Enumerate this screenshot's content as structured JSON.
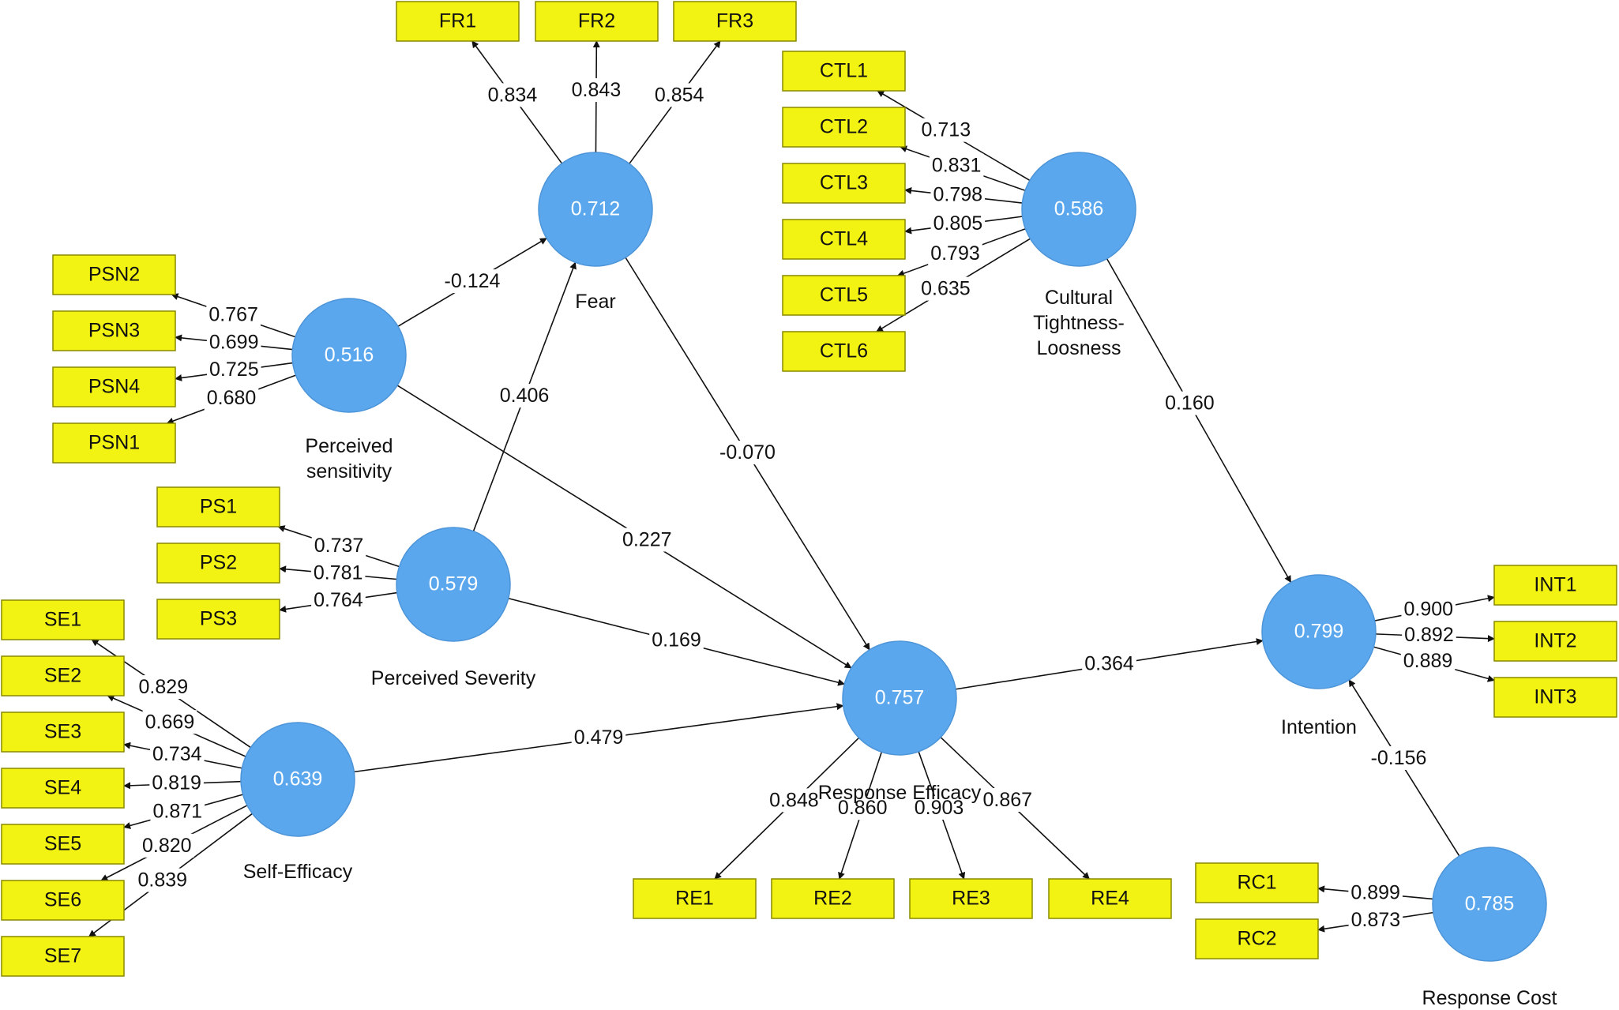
{
  "constructs": {
    "fear": {
      "value": "0.712",
      "label": [
        "Fear"
      ]
    },
    "ctl": {
      "value": "0.586",
      "label": [
        "Cultural",
        "Tightness-",
        "Loosness"
      ]
    },
    "psn": {
      "value": "0.516",
      "label": [
        "Perceived",
        "sensitivity"
      ]
    },
    "ps": {
      "value": "0.579",
      "label": [
        "Perceived Severity"
      ]
    },
    "se": {
      "value": "0.639",
      "label": [
        "Self-Efficacy"
      ]
    },
    "re": {
      "value": "0.757",
      "label": [
        "Response Efficacy"
      ]
    },
    "int": {
      "value": "0.799",
      "label": [
        "Intention"
      ]
    },
    "rc": {
      "value": "0.785",
      "label": [
        "Response Cost"
      ]
    }
  },
  "indicators": {
    "FR1": "FR1",
    "FR2": "FR2",
    "FR3": "FR3",
    "CTL1": "CTL1",
    "CTL2": "CTL2",
    "CTL3": "CTL3",
    "CTL4": "CTL4",
    "CTL5": "CTL5",
    "CTL6": "CTL6",
    "PSN2": "PSN2",
    "PSN3": "PSN3",
    "PSN4": "PSN4",
    "PSN1": "PSN1",
    "PS1": "PS1",
    "PS2": "PS2",
    "PS3": "PS3",
    "SE1": "SE1",
    "SE2": "SE2",
    "SE3": "SE3",
    "SE4": "SE4",
    "SE5": "SE5",
    "SE6": "SE6",
    "SE7": "SE7",
    "RE1": "RE1",
    "RE2": "RE2",
    "RE3": "RE3",
    "RE4": "RE4",
    "INT1": "INT1",
    "INT2": "INT2",
    "INT3": "INT3",
    "RC1": "RC1",
    "RC2": "RC2"
  },
  "loadings": [
    {
      "from": "fear",
      "to": "FR1",
      "value": "0.834"
    },
    {
      "from": "fear",
      "to": "FR2",
      "value": "0.843"
    },
    {
      "from": "fear",
      "to": "FR3",
      "value": "0.854"
    },
    {
      "from": "ctl",
      "to": "CTL1",
      "value": "0.713"
    },
    {
      "from": "ctl",
      "to": "CTL2",
      "value": "0.831"
    },
    {
      "from": "ctl",
      "to": "CTL3",
      "value": "0.798"
    },
    {
      "from": "ctl",
      "to": "CTL4",
      "value": "0.805"
    },
    {
      "from": "ctl",
      "to": "CTL5",
      "value": "0.793"
    },
    {
      "from": "ctl",
      "to": "CTL6",
      "value": "0.635"
    },
    {
      "from": "psn",
      "to": "PSN2",
      "value": "0.767"
    },
    {
      "from": "psn",
      "to": "PSN3",
      "value": "0.699"
    },
    {
      "from": "psn",
      "to": "PSN4",
      "value": "0.725"
    },
    {
      "from": "psn",
      "to": "PSN1",
      "value": "0.680"
    },
    {
      "from": "ps",
      "to": "PS1",
      "value": "0.737"
    },
    {
      "from": "ps",
      "to": "PS2",
      "value": "0.781"
    },
    {
      "from": "ps",
      "to": "PS3",
      "value": "0.764"
    },
    {
      "from": "se",
      "to": "SE1",
      "value": "0.829"
    },
    {
      "from": "se",
      "to": "SE2",
      "value": "0.669"
    },
    {
      "from": "se",
      "to": "SE3",
      "value": "0.734"
    },
    {
      "from": "se",
      "to": "SE4",
      "value": "0.819"
    },
    {
      "from": "se",
      "to": "SE5",
      "value": "0.871"
    },
    {
      "from": "se",
      "to": "SE6",
      "value": "0.820"
    },
    {
      "from": "se",
      "to": "SE7",
      "value": "0.839"
    },
    {
      "from": "re",
      "to": "RE1",
      "value": "0.848"
    },
    {
      "from": "re",
      "to": "RE2",
      "value": "0.860"
    },
    {
      "from": "re",
      "to": "RE3",
      "value": "0.903"
    },
    {
      "from": "re",
      "to": "RE4",
      "value": "0.867"
    },
    {
      "from": "int",
      "to": "INT1",
      "value": "0.900"
    },
    {
      "from": "int",
      "to": "INT2",
      "value": "0.892"
    },
    {
      "from": "int",
      "to": "INT3",
      "value": "0.889"
    },
    {
      "from": "rc",
      "to": "RC1",
      "value": "0.899"
    },
    {
      "from": "rc",
      "to": "RC2",
      "value": "0.873"
    }
  ],
  "paths": [
    {
      "from": "psn",
      "to": "fear",
      "value": "-0.124"
    },
    {
      "from": "ps",
      "to": "fear",
      "value": "0.406"
    },
    {
      "from": "fear",
      "to": "re",
      "value": "-0.070"
    },
    {
      "from": "psn",
      "to": "re",
      "value": "0.227"
    },
    {
      "from": "ps",
      "to": "re",
      "value": "0.169"
    },
    {
      "from": "se",
      "to": "re",
      "value": "0.479"
    },
    {
      "from": "re",
      "to": "int",
      "value": "0.364"
    },
    {
      "from": "ctl",
      "to": "int",
      "value": "0.160"
    },
    {
      "from": "rc",
      "to": "int",
      "value": "-0.156"
    }
  ]
}
